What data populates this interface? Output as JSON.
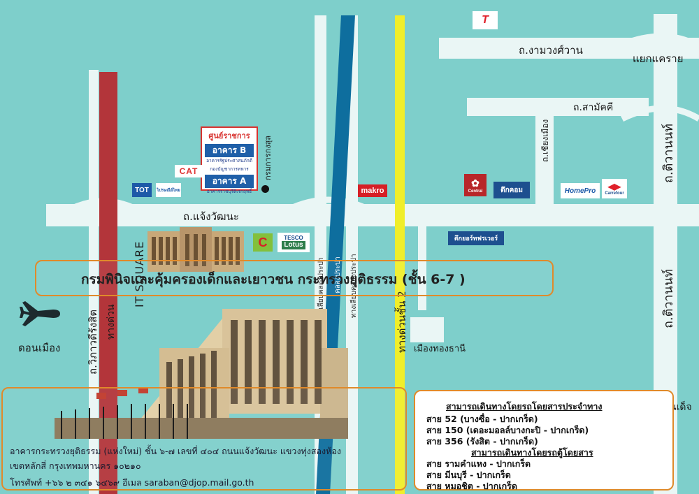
{
  "roads": {
    "ngam_wong_wan": "ถ.งามวงศ์วาน",
    "khae_rai": "แยกแคราย",
    "samakkhi": "ถ.สามัคคี",
    "chiang_muang": "ถ.เชียงเมือง",
    "tiwanon_top": "ถ.ติวานนท์",
    "tiwanon_bottom": "ถ.ติวานนท์",
    "chaeng_watthana": "ถ.แจ้งวัฒนะ",
    "vibhavadi": "ถ.วิภาวดีรังสิต",
    "tollway": "ทางด่วน",
    "tollway_2": "ทางด่วนชั้น 2",
    "prapa_canal": "คลองประปา",
    "prapa_left": "ทางเลียบคลองประปา",
    "prapa_right": "ทางเลียบคลองประปา",
    "it_square": "IT SQUARE",
    "don_mueang": "ดอนเมือง",
    "muang_thong": "เมืองทองธานี",
    "kanchanaphisek_partial": "นเด็จ"
  },
  "gov_center": {
    "title": "ศูนย์ราชการ",
    "building_b": "อาคาร B",
    "building_b_sub": "อาคารรัฐประศาสนภักดี",
    "dept_tax": "กองบัญชาการทหาร",
    "building_a": "อาคาร A",
    "building_a_sub": "อาคารราชบุรีดิเรกฤทธิ์",
    "dept_lands": "กรมการกงสุล"
  },
  "logos": {
    "tot": "TOT",
    "thaipost": "ไปรษณีย์ไทย",
    "cat": "CAT",
    "makro": "makro",
    "central": "Central",
    "tuk_com": "ตึกคอม",
    "homepro": "HomePro",
    "carrefour": "Carrefour",
    "tesco": "TESCO",
    "lotus": "Lotus",
    "big_c": "C",
    "tuk_dsc": "ตึกยอร์ทฟรเวอร์"
  },
  "banner": {
    "title": "กรมพินิจและคุ้มครองเด็กและเยาวชน กระทรวงยุติธรรม (ชั้น 6-7 )"
  },
  "address": {
    "line1": "อาคารกระทรวงยุติธรรม (แห่งใหม่) ชั้น ๖-๗ เลขที่ ๔๐๔ ถนนแจ้งวัฒนะ แขวงทุ่งสองห้อง",
    "line2": "เขตหลักสี่ กรุงเทพมหานคร ๑๐๒๑๐",
    "line3": "โทรศัพท์ +๖๖ ๒ ๓๔๑ ๖๔๖๙ อีเมล saraban@djop.mail.go.th"
  },
  "transit": {
    "bus_header": "สามารถเดินทางโดยรถโดยสารประจำทาง",
    "bus_lines": [
      "สาย 52 (บางซื่อ - ปากเกร็ด)",
      "สาย 150 (เดอะมอลล์บางกะปิ - ปากเกร็ด)",
      "สาย 356 (รังสิต - ปากเกร็ด)"
    ],
    "van_header": "สามารถเดินทางโดยรถตู้โดยสาร",
    "van_lines": [
      "สาย รามคำแหง - ปากเกร็ด",
      "สาย มีนบุรี - ปากเกร็ด",
      "สาย หมอชิต - ปากเกร็ด"
    ]
  },
  "colors": {
    "background": "#7ecfcb",
    "road": "#eaf6f5",
    "tollway": "#b3353a",
    "canal": "#0e6e9e",
    "tollway_2": "#f0ee2a",
    "banner_border": "#e08a2a",
    "gov_border": "#d8322f"
  }
}
